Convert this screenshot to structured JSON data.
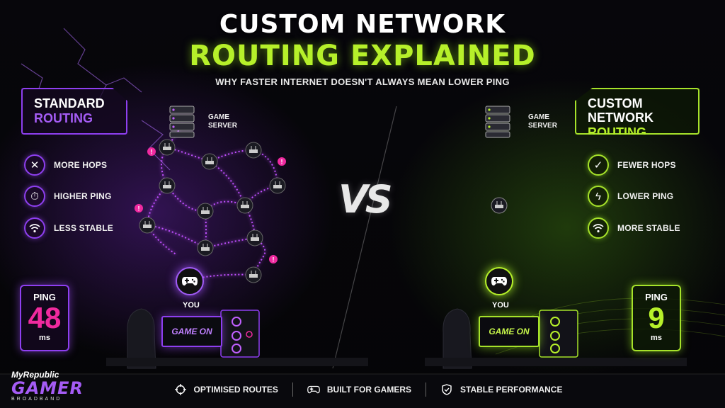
{
  "title": {
    "line1": "CUSTOM NETWORK",
    "line2": "ROUTING EXPLAINED",
    "subtitle": "WHY FASTER INTERNET DOESN'T ALWAYS MEAN LOWER PING"
  },
  "left": {
    "heading1": "STANDARD",
    "heading2": "ROUTING",
    "server_label": "GAME\nSERVER",
    "features": [
      {
        "icon": "x-icon",
        "label": "MORE HOPS"
      },
      {
        "icon": "stopwatch-icon",
        "label": "HIGHER PING"
      },
      {
        "icon": "wifi-icon",
        "label": "LESS STABLE"
      }
    ],
    "ping_label": "PING",
    "ping_value": "48",
    "ping_unit": "ms",
    "you_label": "YOU",
    "monitor_text": "GAME ON",
    "accent": "#8e3ff0"
  },
  "right": {
    "heading1": "CUSTOM NETWORK",
    "heading2": "ROUTING",
    "server_label": "GAME\nSERVER",
    "features": [
      {
        "icon": "check-icon",
        "label": "FEWER HOPS"
      },
      {
        "icon": "lightning-icon",
        "label": "LOWER PING"
      },
      {
        "icon": "wifi-icon",
        "label": "MORE STABLE"
      }
    ],
    "ping_label": "PING",
    "ping_value": "9",
    "ping_unit": "ms",
    "you_label": "YOU",
    "monitor_text": "GAME ON",
    "accent": "#a6e22a"
  },
  "vs": "VS",
  "bottom": [
    {
      "icon": "crosshair-icon",
      "label": "OPTIMISED ROUTES"
    },
    {
      "icon": "gamepad-icon",
      "label": "BUILT FOR GAMERS"
    },
    {
      "icon": "shield-check-icon",
      "label": "STABLE PERFORMANCE"
    }
  ],
  "brand": {
    "line1": "MyRepublic",
    "line2": "GAMER",
    "line3": "BROADBAND"
  }
}
